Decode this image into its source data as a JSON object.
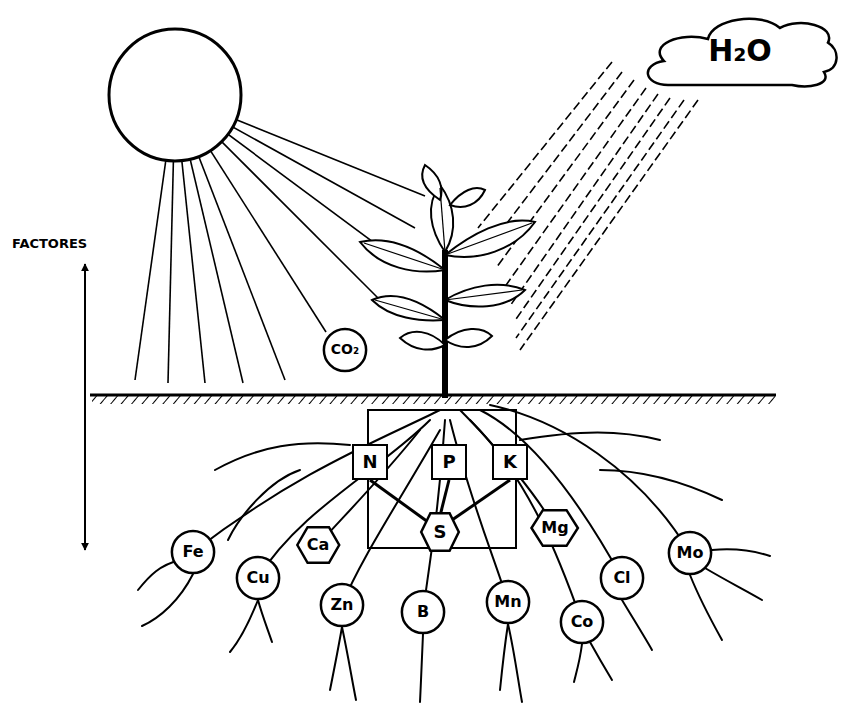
{
  "diagram": {
    "nodes": [
      {
        "text": [
          "H₂O"
        ]
      },
      {
        "text": [
          "CO₂"
        ]
      },
      {
        "text": [
          "N"
        ]
      },
      {
        "text": [
          "P"
        ]
      },
      {
        "text": [
          "K"
        ]
      },
      {
        "text": [
          "Fe"
        ]
      },
      {
        "text": [
          "Cu"
        ]
      },
      {
        "text": [
          "Ca"
        ]
      },
      {
        "text": [
          "Zn"
        ]
      },
      {
        "text": [
          "S"
        ]
      },
      {
        "text": [
          "B"
        ]
      },
      {
        "text": [
          "Mn"
        ]
      },
      {
        "text": [
          "Mg"
        ]
      },
      {
        "text": [
          "Co"
        ]
      },
      {
        "text": [
          "Cl"
        ]
      },
      {
        "text": [
          "Mo"
        ]
      }
    ],
    "labels": [
      "FACTORES"
    ]
  }
}
